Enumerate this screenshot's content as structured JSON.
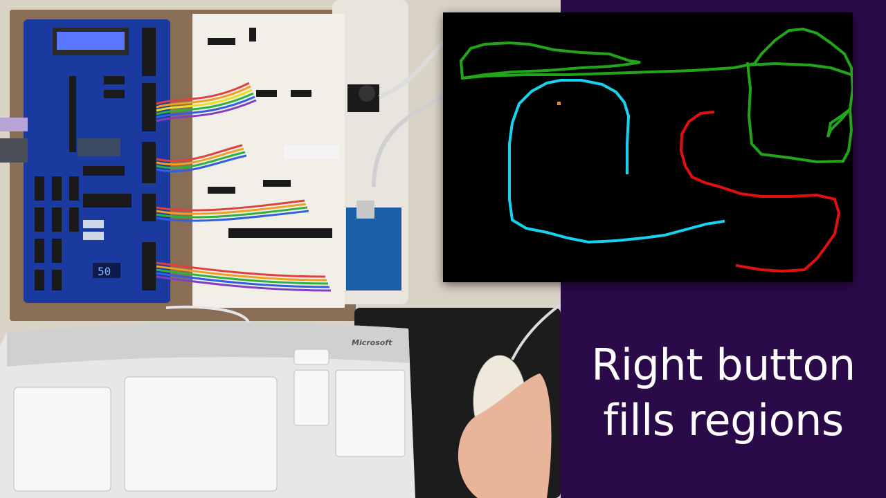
{
  "caption": {
    "line1": "Right button",
    "line2": "fills regions"
  },
  "photo": {
    "lcd_text": "",
    "seven_segment": "50",
    "keyboard_brand": "Microsoft",
    "mouse": "white-wired-mouse"
  },
  "screen": {
    "background": "#000000",
    "stroke_colors": {
      "green": "#22a51a",
      "cyan": "#16d4f0",
      "red": "#e01010",
      "cursor": "#f08a10"
    }
  },
  "colors": {
    "panel": "#2b0a4a",
    "caption_text": "#ffffff"
  }
}
